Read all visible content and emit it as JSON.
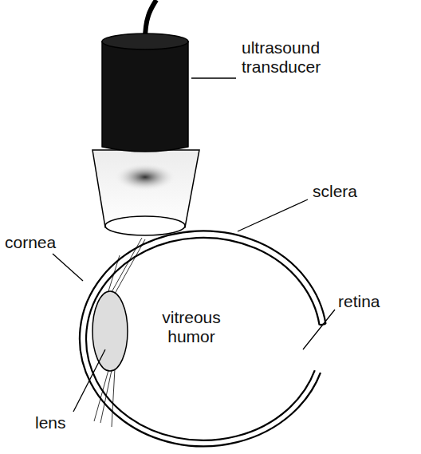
{
  "diagram": {
    "labels": [
      "ultrasound transducer",
      "sclera",
      "cornea",
      "retina",
      "vitreous humor",
      "lens"
    ]
  }
}
